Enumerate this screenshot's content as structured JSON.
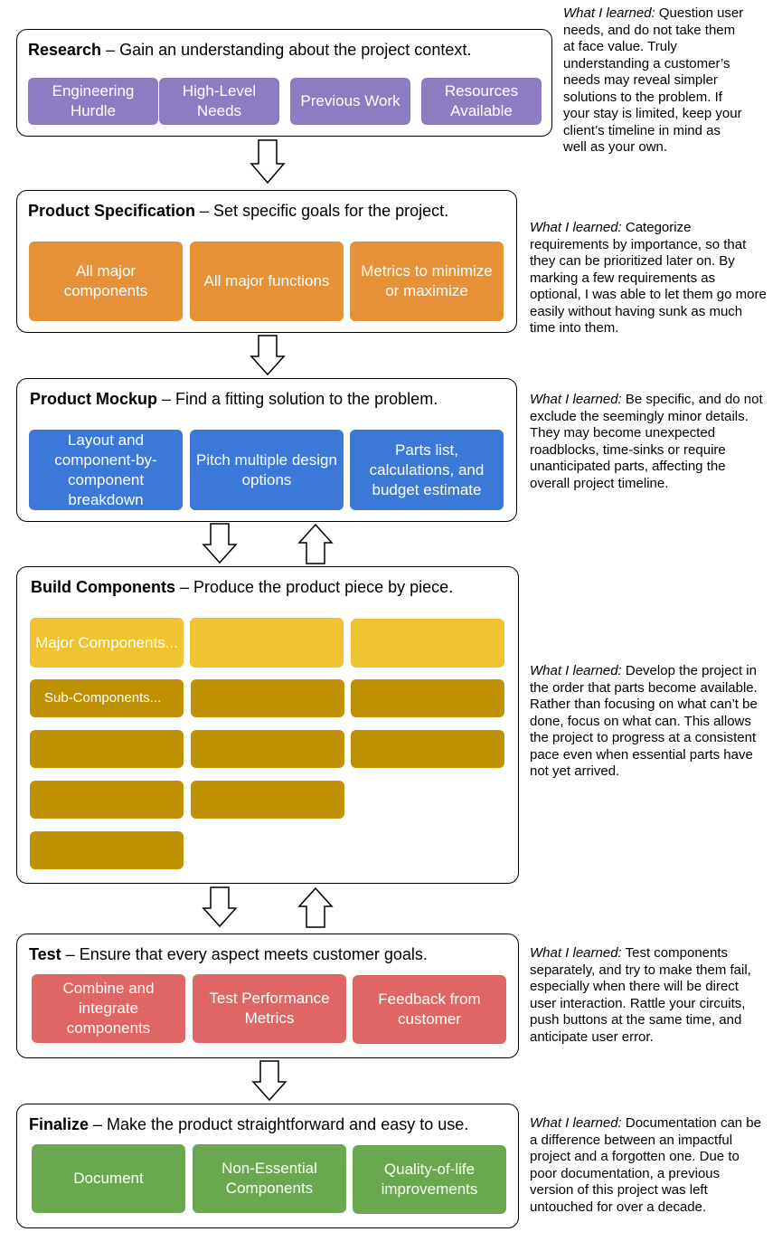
{
  "colors": {
    "research": "#8e7cc3",
    "spec": "#e69138",
    "mockup": "#3c78d8",
    "build_major": "#f1c232",
    "build_sub": "#bf9000",
    "test": "#e06666",
    "finalize": "#6aa84f"
  },
  "stages": {
    "research": {
      "name": "Research",
      "desc": " – Gain an understanding about the project context.",
      "items": [
        "Engineering Hurdle",
        "High-Level Needs",
        "Previous Work",
        "Resources Available"
      ],
      "learned_label": "What I learned:",
      "learned": " Question user needs, and do not take them at face value. Truly understanding a customer’s needs may reveal simpler solutions to the problem. If your stay is limited, keep your client’s timeline in mind as well as your own."
    },
    "spec": {
      "name": "Product Specification",
      "desc": " – Set specific goals for the project.",
      "items": [
        "All major components",
        "All major functions",
        "Metrics to minimize or maximize"
      ],
      "learned_label": "What I learned:",
      "learned": " Categorize requirements by importance, so that they can be prioritized later on. By marking a few requirements as optional, I was able to let them go more easily without having sunk as much time into them."
    },
    "mockup": {
      "name": "Product Mockup",
      "desc": " – Find a fitting solution to the problem.",
      "items": [
        "Layout and component-by-component breakdown",
        "Pitch multiple design options",
        "Parts list, calculations, and budget estimate"
      ],
      "learned_label": "What I learned:",
      "learned": " Be specific, and do not exclude the seemingly minor details. They may become unexpected roadblocks, time-sinks or require unanticipated parts, affecting the overall project timeline."
    },
    "build": {
      "name": "Build Components",
      "desc": " – Produce the product piece by piece.",
      "major_label": "Major Components...",
      "sub_label": "Sub-Components...",
      "learned_label": "What I learned:",
      "learned": " Develop the project in the order that parts become available. Rather than focusing on what can’t be done, focus on what can. This allows the project to progress at a consistent pace even when essential parts have not yet arrived."
    },
    "test": {
      "name": "Test",
      "desc": " – Ensure that every aspect meets customer goals.",
      "items": [
        "Combine and integrate components",
        "Test Performance Metrics",
        "Feedback from customer"
      ],
      "learned_label": "What I learned:",
      "learned": " Test components separately, and try to make them fail, especially when there will be direct user interaction. Rattle your circuits, push buttons at the same time, and anticipate user error."
    },
    "finalize": {
      "name": "Finalize",
      "desc": " – Make the product straightforward and easy to use.",
      "items": [
        "Document",
        "Non-Essential Components",
        "Quality-of-life improvements"
      ],
      "learned_label": "What I learned:",
      "learned": " Documentation can be a difference between an impactful project and a forgotten one. Due to poor documentation, a previous version of this project was left untouched for over a decade."
    }
  }
}
